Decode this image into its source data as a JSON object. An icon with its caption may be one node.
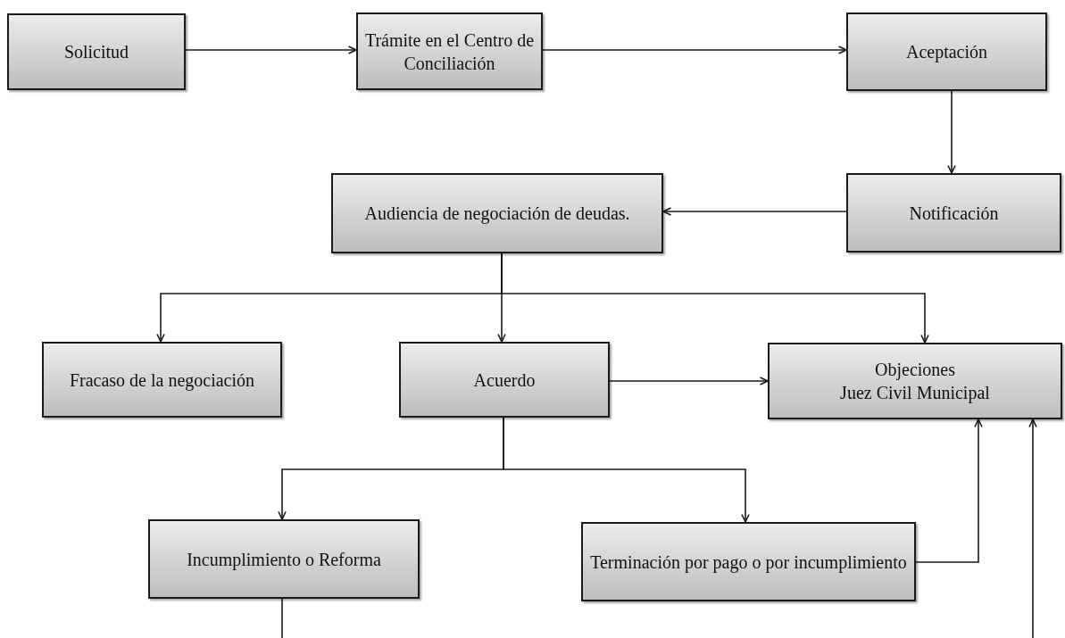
{
  "diagram": {
    "nodes": [
      {
        "text": [
          "Solicitud"
        ]
      },
      {
        "text": [
          "Trámite en el Centro de Conciliación"
        ]
      },
      {
        "text": [
          "Aceptación"
        ]
      },
      {
        "text": [
          "Audiencia de negociación de deudas."
        ]
      },
      {
        "text": [
          "Notificación"
        ]
      },
      {
        "text": [
          "Fracaso de la negociación"
        ]
      },
      {
        "text": [
          "Acuerdo"
        ]
      },
      {
        "text": [
          "Objeciones",
          "Juez Civil Municipal"
        ]
      },
      {
        "text": [
          "Incumplimiento o Reforma"
        ]
      },
      {
        "text": [
          "Terminación por pago o por incumplimiento"
        ]
      }
    ],
    "edges": [
      {
        "from": 0,
        "to": 1,
        "arrow": "to"
      },
      {
        "from": 1,
        "to": 2,
        "arrow": "to"
      },
      {
        "from": 2,
        "to": 4,
        "arrow": "to"
      },
      {
        "from": 4,
        "to": 3,
        "arrow": "to"
      },
      {
        "from": 3,
        "to": 5,
        "arrow": "to"
      },
      {
        "from": 3,
        "to": 6,
        "arrow": "to"
      },
      {
        "from": 3,
        "to": 7,
        "arrow": "to"
      },
      {
        "from": 6,
        "to": 7,
        "arrow": "to"
      },
      {
        "from": 6,
        "to": 8,
        "arrow": "to"
      },
      {
        "from": 6,
        "to": 9,
        "arrow": "to"
      },
      {
        "from": 9,
        "to": 7,
        "arrow": "to"
      },
      {
        "from": 8,
        "to": null,
        "arrow": "none"
      },
      {
        "from": null,
        "to": 7,
        "arrow": "to"
      }
    ]
  }
}
